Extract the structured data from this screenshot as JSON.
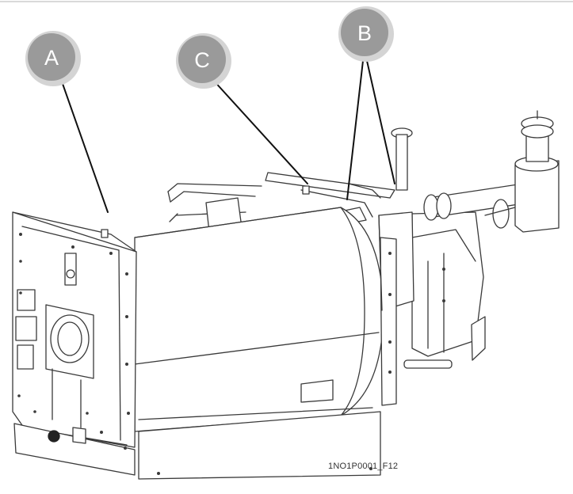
{
  "callouts": {
    "a": "A",
    "b": "B",
    "c": "C"
  },
  "figure_code": "1NO1P0001_F12",
  "colors": {
    "callout_fill": "#9a9a9a",
    "line": "#3a3a3a",
    "leader": "#111111"
  }
}
